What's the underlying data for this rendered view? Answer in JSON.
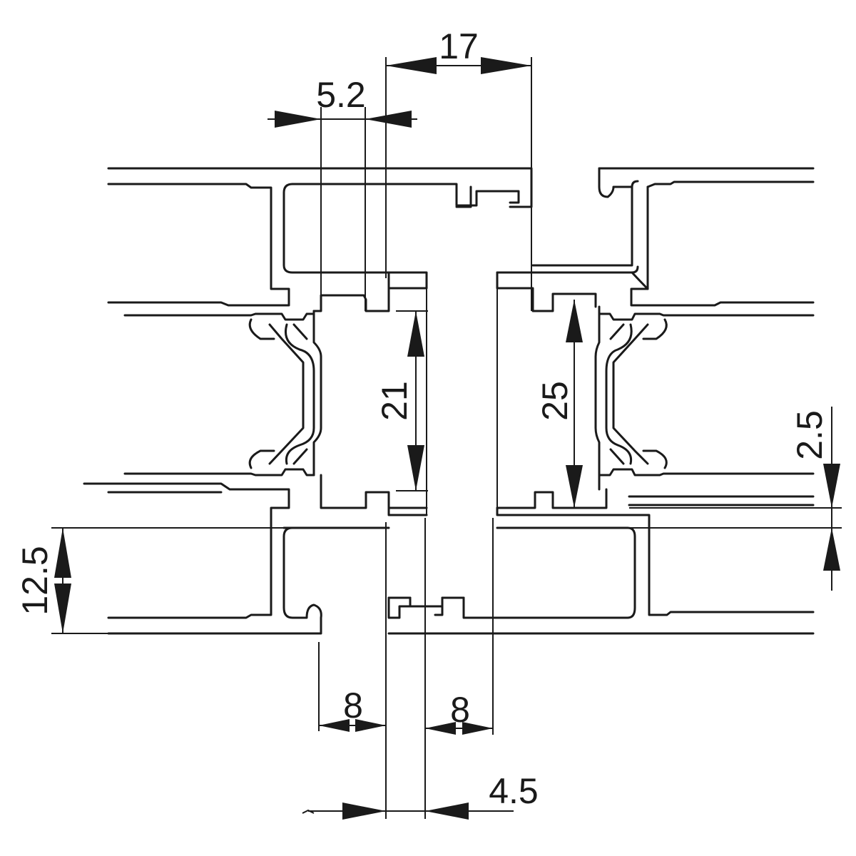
{
  "drawing": {
    "dimensions": {
      "d17": "17",
      "d5_2": "5.2",
      "d21": "21",
      "d25": "25",
      "d2_5": "2.5",
      "d12_5": "12.5",
      "d8_left": "8",
      "d8_right": "8",
      "d4_5": "4.5"
    },
    "colors": {
      "line": "#1a1a1a",
      "background": "#ffffff"
    }
  }
}
